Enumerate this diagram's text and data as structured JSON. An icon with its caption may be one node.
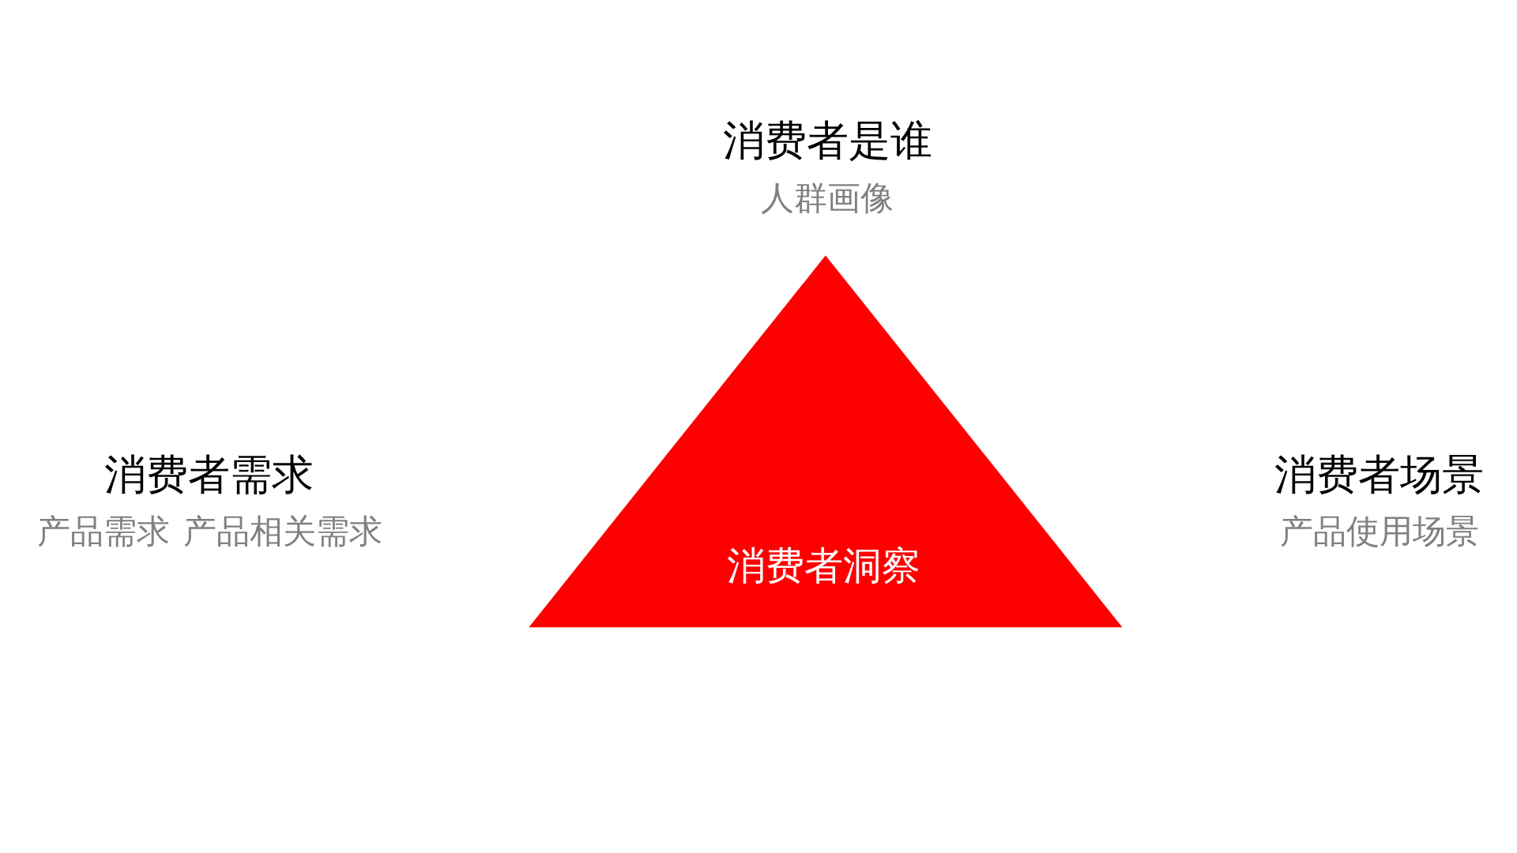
{
  "diagram": {
    "nodes": [
      {
        "text": [
          "消费者洞察"
        ]
      }
    ],
    "labels": [
      "消费者是谁",
      "人群画像",
      "消费者需求",
      "消费者场景",
      "产品需求",
      "产品相关需求",
      "产品使用场景"
    ]
  }
}
